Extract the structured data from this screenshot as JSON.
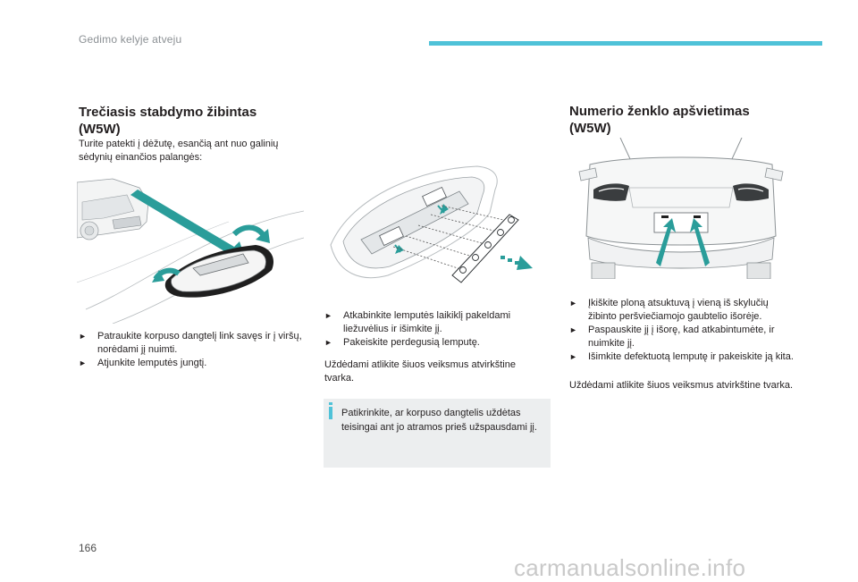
{
  "header": {
    "section_title": "Gedimo kelyje atveju",
    "accent_color": "#4fc2d8"
  },
  "left": {
    "title": "Trečiasis stabdymo žibintas (W5W)",
    "intro": "Turite patekti į dėžutę, esančią ant nuo galinių sėdynių einančios palangės:",
    "bullets": [
      "Patraukite korpuso dangtelį link savęs ir į viršų, norėdami jį nuimti.",
      "Atjunkite lemputės jungtį."
    ]
  },
  "middle": {
    "bullets": [
      "Atkabinkite lemputės laikiklį pakeldami liežuvėlius ir išimkite jį.",
      "Pakeiskite perdegusią lemputę."
    ],
    "reverse_text": "Uždėdami atlikite šiuos veiksmus atvirkštine tvarka.",
    "note": "Patikrinkite, ar korpuso dangtelis uždėtas teisingai ant jo atramos prieš užspausdami jį."
  },
  "right": {
    "title": "Numerio ženklo apšvietimas (W5W)",
    "bullets": [
      "Įkiškite ploną atsuktuvą į vieną iš skylučių žibinto peršviečiamojo gaubtelio išorėje.",
      "Paspauskite jį į išorę, kad atkabintumėte, ir nuimkite jį.",
      "Išimkite defektuotą lemputę ir pakeiskite ją kita."
    ],
    "reverse_text": "Uždėdami atlikite šiuos veiksmus atvirkštine tvarka."
  },
  "bullet_icon": "arrow-bullet-icon",
  "page_number": "166",
  "watermark": "carmanualsonline.info"
}
